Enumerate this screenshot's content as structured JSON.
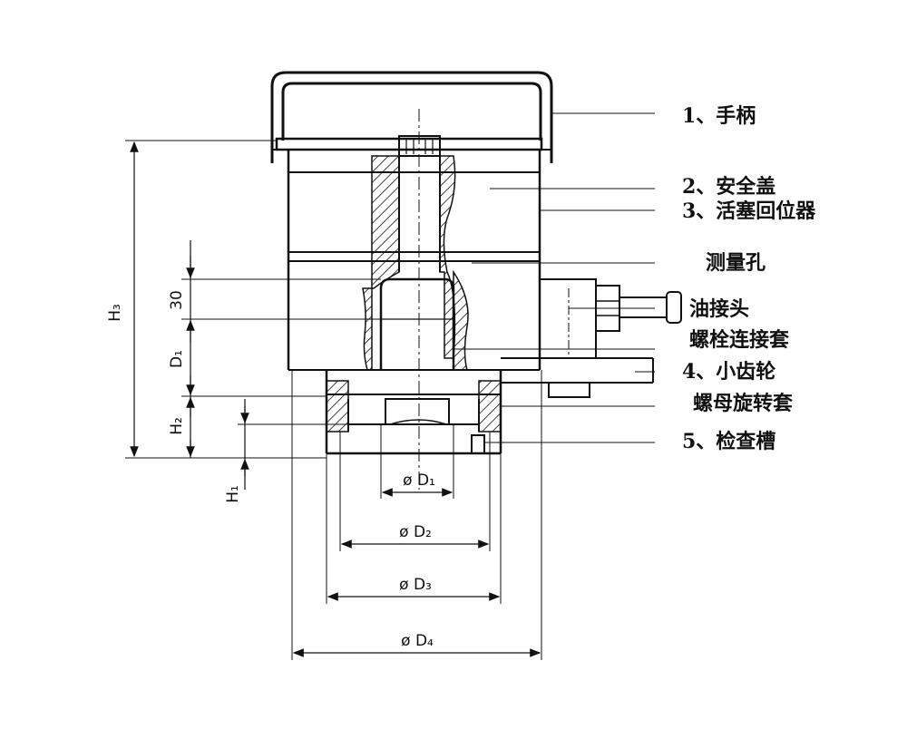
{
  "labels": {
    "handle": "1、手柄",
    "safety_cover": "2、安全盖",
    "piston_return": "3、活塞回位器",
    "measure_hole": "测量孔",
    "oil_connector": "油接头",
    "bolt_sleeve": "螺栓连接套",
    "pinion": "4、小齿轮",
    "nut_sleeve": "螺母旋转套",
    "check_slot": "5、检查槽"
  },
  "dims": {
    "h3": "H₃",
    "thirty": "30",
    "d1_side": "D₁",
    "h2": "H₂",
    "h1": "H₁",
    "od1": "ø D₁",
    "od2": "ø D₂",
    "od3": "ø D₃",
    "od4": "ø D₄"
  }
}
